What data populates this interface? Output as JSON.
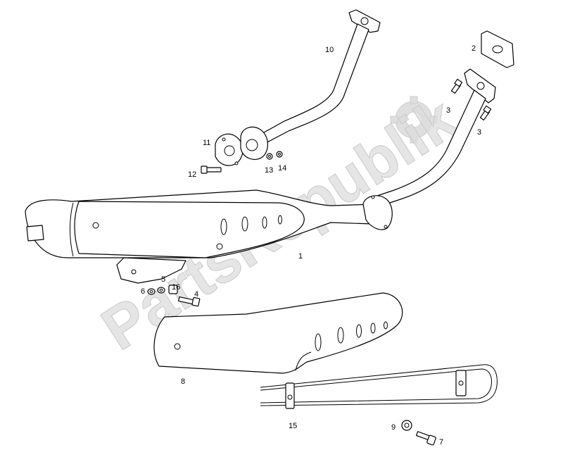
{
  "watermark": {
    "text": "PartsRepublik"
  },
  "callouts": {
    "c1": "1",
    "c2": "2",
    "c3a": "3",
    "c3b": "3",
    "c4": "4",
    "c5": "5",
    "c6": "6",
    "c7": "7",
    "c8": "8",
    "c9": "9",
    "c10": "10",
    "c11": "11",
    "c12": "12",
    "c13": "13",
    "c14": "14",
    "c15": "15",
    "c16": "16"
  }
}
